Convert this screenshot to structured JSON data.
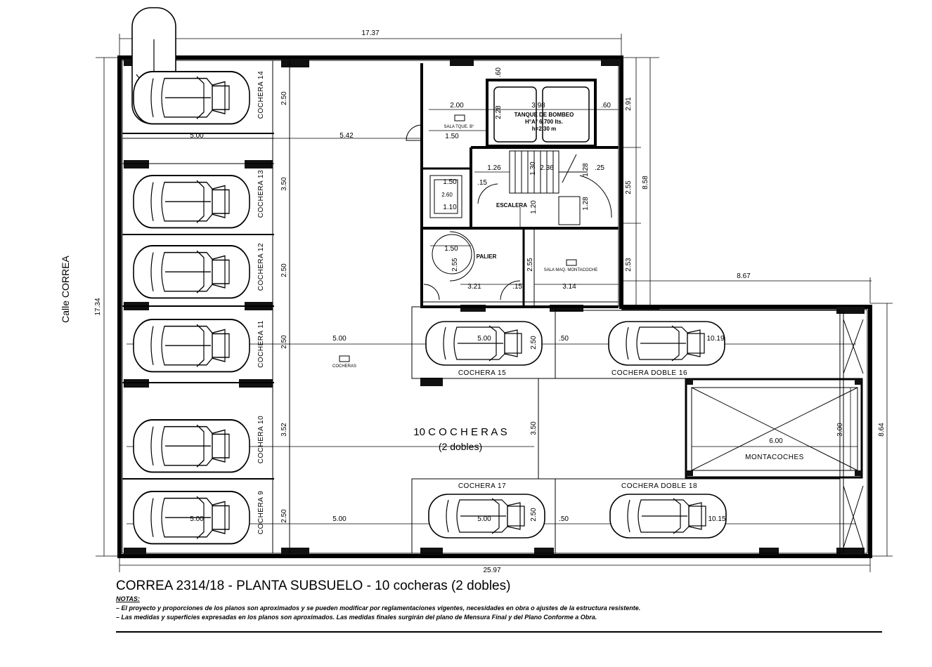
{
  "title": "CORREA 2314/18 - PLANTA  SUBSUELO -  10 cocheras (2 dobles)",
  "notes": {
    "heading": "NOTAS:",
    "lines": [
      "– El proyecto y proporciones de los planos son aproximados y se pueden modificar por reglamentaciones vigentes, necesidades en obra o ajustes de la estructura resistente.",
      "– Las medidas y superficies expresadas en los planos son aproximados. Las medidas finales surgirán del plano de Mensura Final y del Plano Conforme a Obra."
    ]
  },
  "street": "Calle  CORREA",
  "center": {
    "main": "10  C O C H E R A S",
    "sub": "(2 dobles)"
  },
  "cocheras": {
    "c9": "COCHERA 9",
    "c10": "COCHERA 10",
    "c11": "COCHERA 11",
    "c12": "COCHERA 12",
    "c13": "COCHERA 13",
    "c14": "COCHERA 14",
    "c15": "COCHERA 15",
    "c16": "COCHERA DOBLE 16",
    "c17": "COCHERA 17",
    "c18": "COCHERA DOBLE 18",
    "small": "COCHERAS"
  },
  "rooms": {
    "tanque1": "TANQUE  DE  BOMBEO",
    "tanque2": "H°A° 6.700  lts.",
    "tanque3": "h=2.30  m",
    "sala_tqe": "SALA  TQUE. B°",
    "escalera": "ESCALERA",
    "palier": "PALIER",
    "sala_maq": "SALA MAQ. MONTACOCHE",
    "montacoches": "MONTACOCHES"
  },
  "dims": {
    "top": "17.37",
    "bottom": "25.97",
    "left": "17.34",
    "right_upper": "8.58",
    "right_lower": "8.64",
    "ext_top": "8.67",
    "d250": "2.50",
    "d350": "3.50",
    "d352": "3.52",
    "d500": "5.00",
    "d542": "5.42",
    "d200": "2.00",
    "d150": "1.50",
    "d398": "3.98",
    "d060": ".60",
    "d060b": ".60",
    "d228": "2.28",
    "d291": "2.91",
    "d255": "2.55",
    "d253": "2.53",
    "d126": "1.26",
    "d130": "1.30",
    "d236": "2.36",
    "d128": "1.28",
    "d025": ".25",
    "d015": ".15",
    "d120": "1.20",
    "d050": ".50",
    "d321": "3.21",
    "d314": "3.14",
    "d1019": "10.19",
    "d1015": "10.15",
    "d600": "6.00",
    "d300": "3.00",
    "d055": "1.50",
    "d110": "1.10",
    "d260": "2.60",
    "d500b": "5.00"
  }
}
